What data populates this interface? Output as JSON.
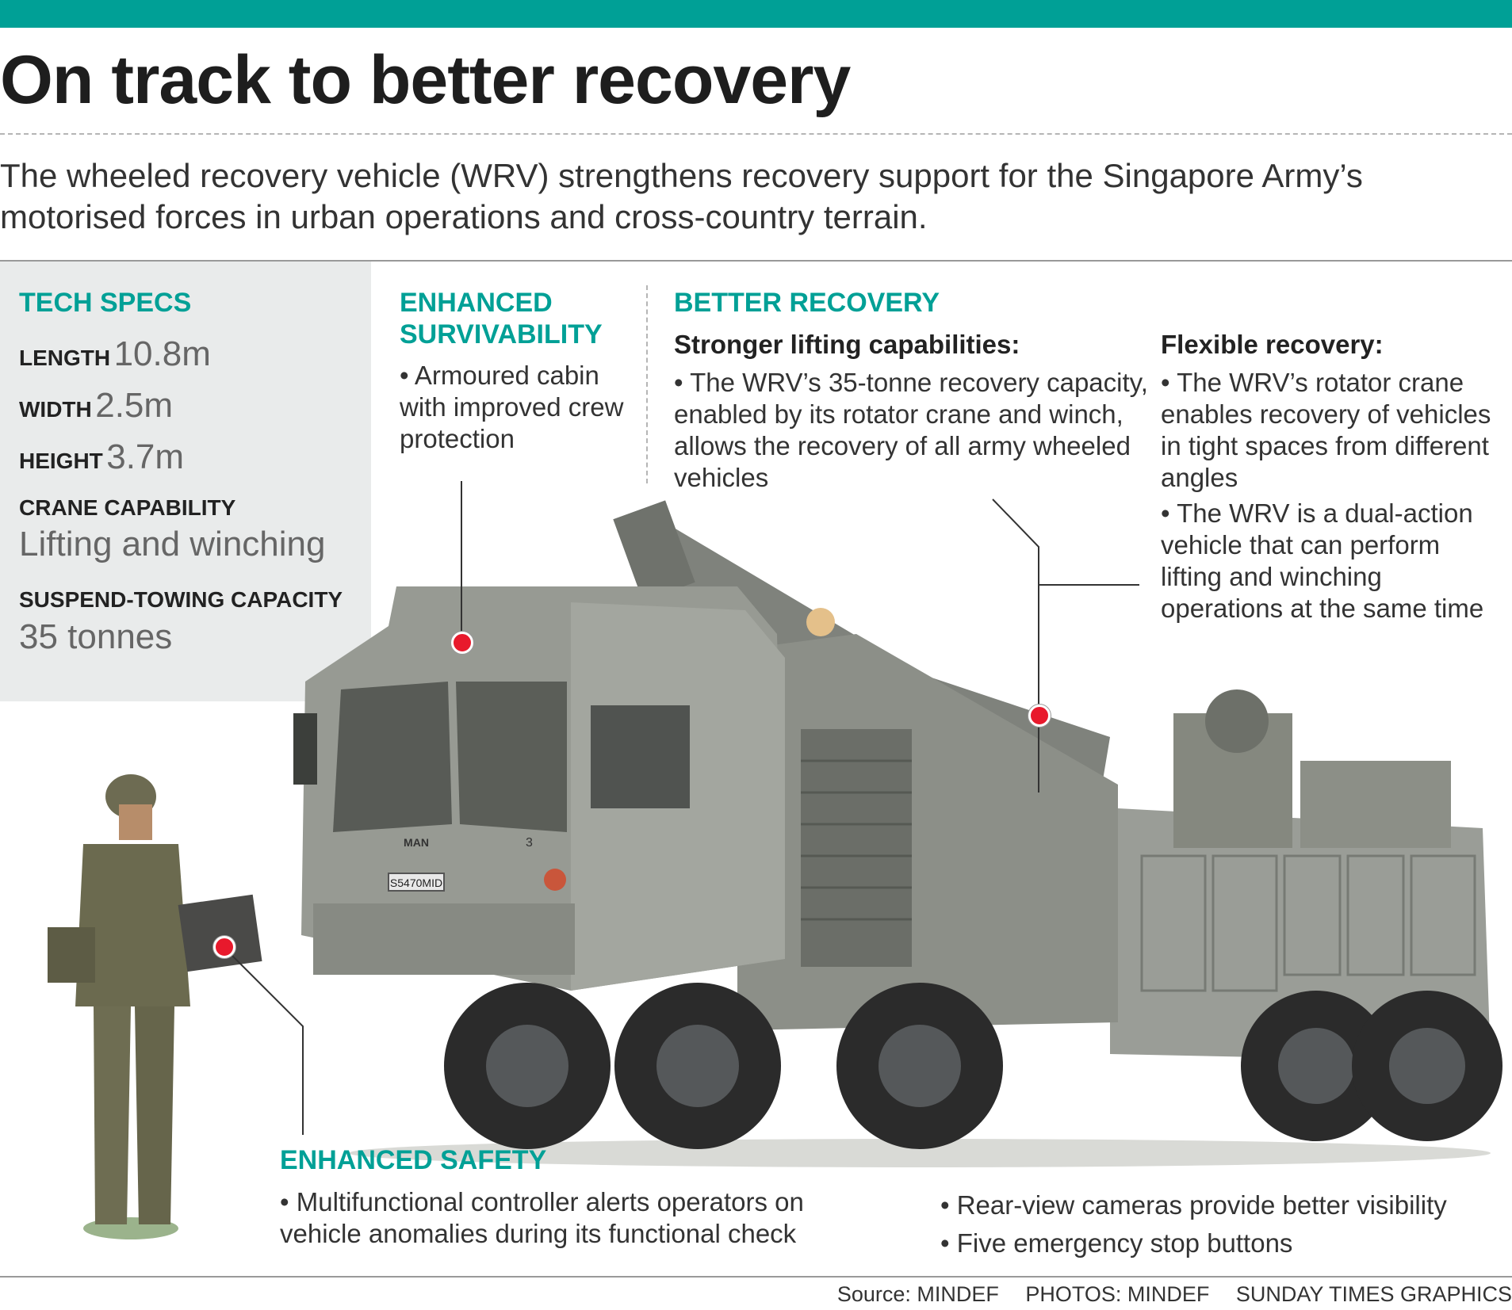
{
  "title": "On track to better recovery",
  "intro": "The wheeled recovery vehicle (WRV) strengthens recovery support for the Singapore Army’s motorised forces in urban operations and cross-country terrain.",
  "specs": {
    "heading": "TECH SPECS",
    "length_label": "LENGTH",
    "length_value": "10.8m",
    "width_label": "WIDTH",
    "width_value": "2.5m",
    "height_label": "HEIGHT",
    "height_value": "3.7m",
    "crane_label": "CRANE CAPABILITY",
    "crane_value": "Lifting and winching",
    "towing_label": "SUSPEND-TOWING CAPACITY",
    "towing_value": "35 tonnes"
  },
  "survivability": {
    "heading_line1": "ENHANCED",
    "heading_line2": "SURVIVABILITY",
    "text": "• Armoured cabin with improved crew protection"
  },
  "recovery": {
    "heading": "BETTER RECOVERY",
    "lifting_heading": "Stronger lifting capabilities:",
    "lifting_text": "• The WRV’s 35-tonne recovery capacity, enabled by its rotator crane and winch, allows the recovery of all army wheeled vehicles",
    "flexible_heading": "Flexible recovery:",
    "flexible_text1": "• The WRV’s rotator crane enables recovery of vehicles in tight spaces from different angles",
    "flexible_text2": "• The WRV is a dual-action vehicle that can perform lifting and winching operations at the same time"
  },
  "safety": {
    "heading": "ENHANCED SAFETY",
    "text1": "• Multifunctional controller alerts operators on vehicle anomalies during its functional check",
    "text2": "• Rear-view cameras provide better visibility",
    "text3": "• Five emergency stop buttons"
  },
  "vehicle_markings": {
    "brand": "MAN",
    "plate": "S5470MID",
    "door_number": "3"
  },
  "credits": {
    "source": "Source: MINDEF",
    "photos": "PHOTOS: MINDEF",
    "graphics": "SUNDAY TIMES GRAPHICS"
  },
  "colors": {
    "accent": "#00a096",
    "callout_dot": "#e8192c",
    "spec_panel": "#e9ebeb",
    "vehicle": "#8f928c"
  }
}
